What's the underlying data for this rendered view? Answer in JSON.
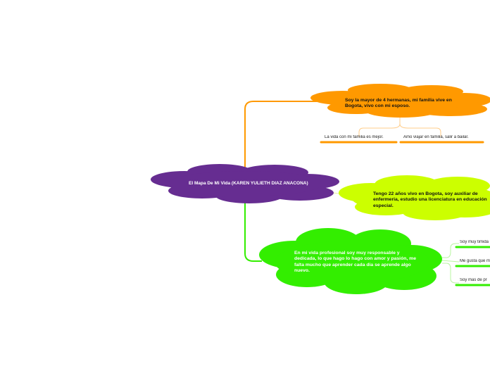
{
  "colors": {
    "central": "#662d91",
    "orange": "#ff9900",
    "yellow": "#ccff00",
    "green": "#33ee00",
    "orange_line": "#ffcc88",
    "yellow_line": "#e6f5a0",
    "green_line": "#b8f5a0"
  },
  "central": {
    "text": "El Mapa De Mi Vida (KAREN YULIETH DIAZ ANACONA)"
  },
  "branches": [
    {
      "id": "family",
      "text": "Soy la mayor de 4 hermanas, mi familia vive en Bogota, vivo con mi esposo.",
      "leaves": [
        {
          "text": "La vida con mi familia es mejor."
        },
        {
          "text": "Amo viajar en familia, salir a bailar."
        }
      ]
    },
    {
      "id": "age",
      "text": "Tengo 22 años vivo en Bogota, soy auxiliar de enfermeria, estudio una licenciatura en educación especial.",
      "leaves": []
    },
    {
      "id": "professional",
      "text": "En mi vida profesional soy muy responsable y dedicada, lo que hago lo hago con amor y pasión, me falta mucho que aprender cada dia se aprende algo nuevo.",
      "leaves": [
        {
          "text": "Soy muy timida"
        },
        {
          "text": "Me gusta que me"
        },
        {
          "text": "Soy mas de pr"
        }
      ]
    }
  ]
}
